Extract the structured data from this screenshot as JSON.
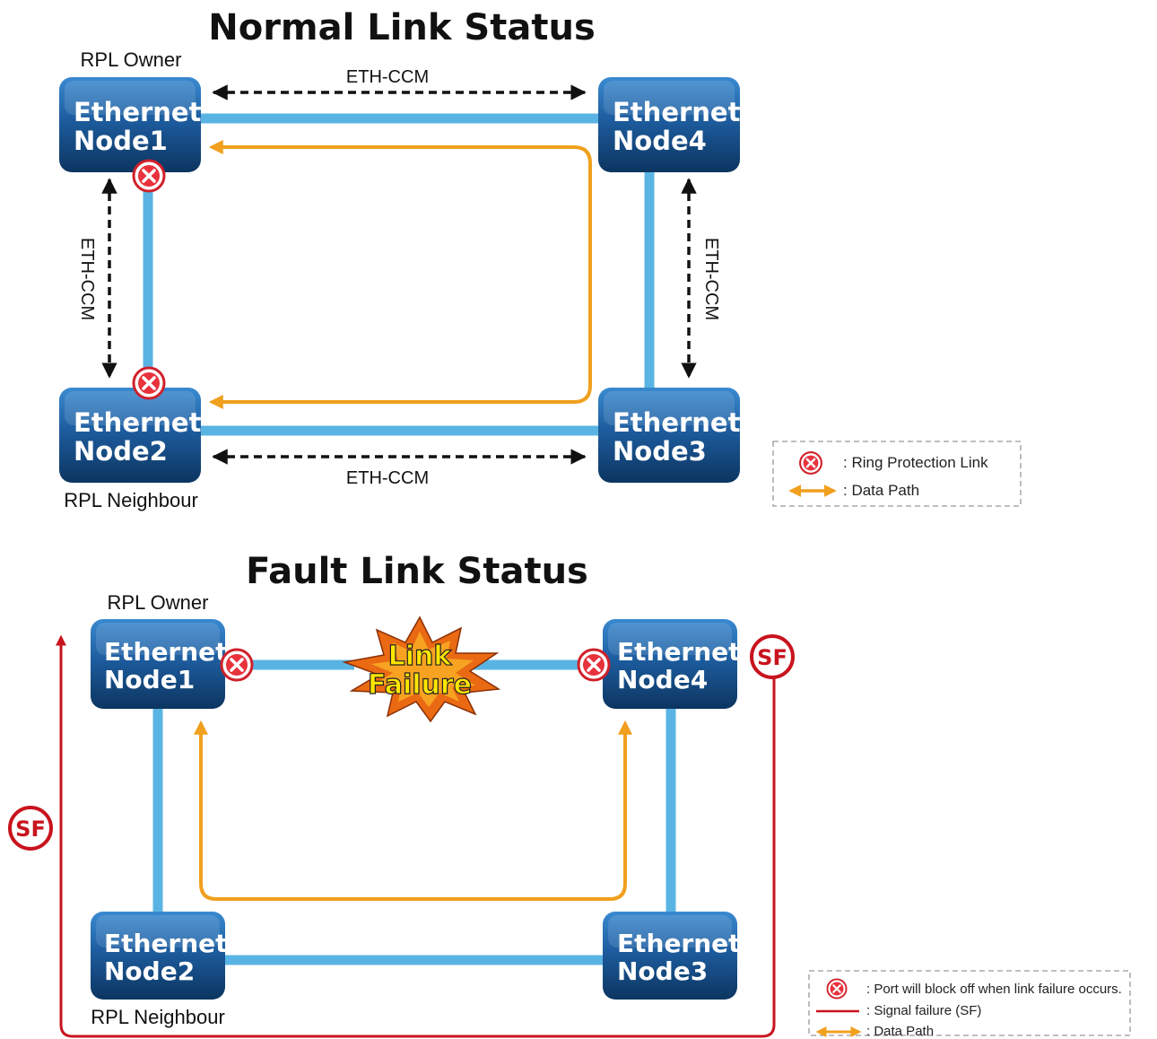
{
  "normal": {
    "title": "Normal Link Status",
    "owner_label": "RPL Owner",
    "neighbour_label": "RPL Neighbour",
    "ccm_top": "ETH-CCM",
    "ccm_bottom": "ETH-CCM",
    "ccm_left": "ETH-CCM",
    "ccm_right": "ETH-CCM",
    "nodes": {
      "n1": {
        "line1": "Ethernet",
        "line2": "Node1"
      },
      "n2": {
        "line1": "Ethernet",
        "line2": "Node2"
      },
      "n3": {
        "line1": "Ethernet",
        "line2": "Node3"
      },
      "n4": {
        "line1": "Ethernet",
        "line2": "Node4"
      }
    },
    "legend": {
      "rpl": ": Ring Protection Link",
      "data": ": Data Path"
    }
  },
  "fault": {
    "title": "Fault Link Status",
    "owner_label": "RPL Owner",
    "neighbour_label": "RPL Neighbour",
    "failure_line1": "Link",
    "failure_line2": "Failure",
    "sf": "SF",
    "nodes": {
      "n1": {
        "line1": "Ethernet",
        "line2": "Node1"
      },
      "n2": {
        "line1": "Ethernet",
        "line2": "Node2"
      },
      "n3": {
        "line1": "Ethernet",
        "line2": "Node3"
      },
      "n4": {
        "line1": "Ethernet",
        "line2": "Node4"
      }
    },
    "legend": {
      "block": ": Port will block off when link failure occurs.",
      "sf": ": Signal failure (SF)",
      "data": ": Data Path"
    }
  },
  "colors": {
    "link": "#5ab4e3",
    "data_path": "#f0a01e",
    "signal_failure": "#c8141e",
    "node_top": "#2f79bd",
    "node_bottom": "#0d3a6a"
  }
}
